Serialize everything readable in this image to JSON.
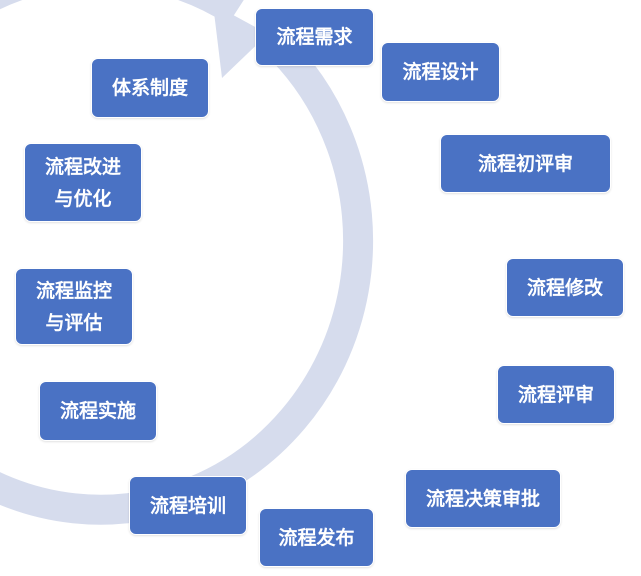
{
  "diagram": {
    "type": "cycle",
    "accent_color": "#4a72c4",
    "ring_color": "#d6dced",
    "steps": [
      {
        "id": "xuqiu",
        "label": "流程需求"
      },
      {
        "id": "sheji",
        "label": "流程设计"
      },
      {
        "id": "chuping",
        "label": "流程初评审"
      },
      {
        "id": "xiugai",
        "label": "流程修改"
      },
      {
        "id": "pingshen",
        "label": "流程评审"
      },
      {
        "id": "juece",
        "label": "流程决策审批"
      },
      {
        "id": "fabu",
        "label": "流程发布"
      },
      {
        "id": "peixun",
        "label": "流程培训"
      },
      {
        "id": "shishi",
        "label": "流程实施"
      },
      {
        "id": "jiankong",
        "label": "流程监控\n与评估"
      },
      {
        "id": "gaijin",
        "label": "流程改进\n与优化"
      },
      {
        "id": "zhidu",
        "label": "体系制度"
      }
    ]
  }
}
